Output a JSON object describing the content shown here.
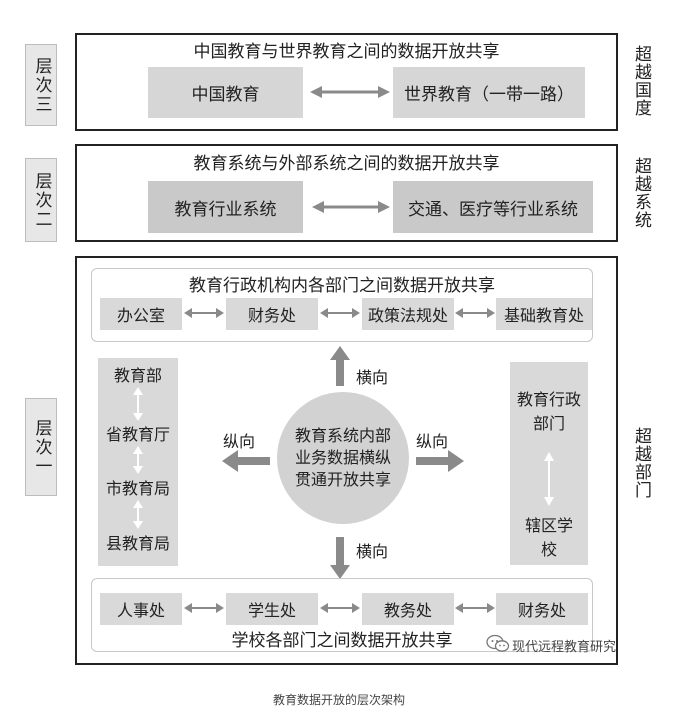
{
  "levels": {
    "three": {
      "tag": "层次三",
      "heading": "中国教育与世界教育之间的数据开放共享",
      "left_box": "中国教育",
      "right_box": "世界教育（一带一路）",
      "side": "超越国度"
    },
    "two": {
      "tag": "层次二",
      "heading": "教育系统与外部系统之间的数据开放共享",
      "left_box": "教育行业系统",
      "right_box": "交通、医疗等行业系统",
      "side": "超越系统"
    },
    "one": {
      "tag": "层次一",
      "side": "超越部门",
      "top_heading": "教育行政机构内各部门之间数据开放共享",
      "top_depts": [
        "办公室",
        "财务处",
        "政策法规处",
        "基础教育处"
      ],
      "bottom_heading": "学校各部门之间数据开放共享",
      "bottom_depts": [
        "人事处",
        "学生处",
        "教务处",
        "财务处"
      ],
      "left_column": [
        "教育部",
        "省教育厅",
        "市教育局",
        "县教育局"
      ],
      "right_column": {
        "top": "教育行政部门",
        "bottom": "辖区学校"
      },
      "center": "教育系统内部业务数据横纵贯通开放共享",
      "arrow_labels": {
        "up": "横向",
        "down": "横向",
        "left": "纵向",
        "right": "纵向"
      }
    }
  },
  "watermark": "现代远程教育研究",
  "caption": "教育数据开放的层次架构"
}
